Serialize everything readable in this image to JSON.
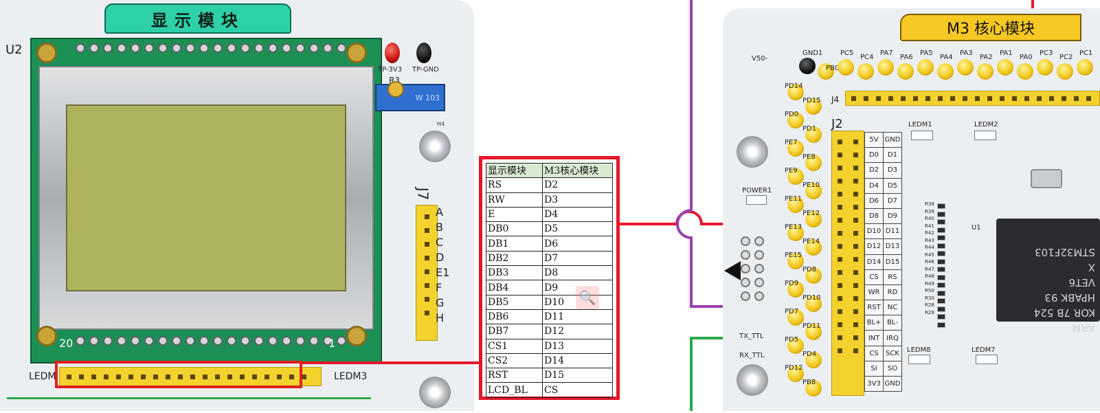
{
  "display_module": {
    "title": "显示模块",
    "u2_label": "U2",
    "tp_3v3": "TP-3V3",
    "tp_gnd": "TP-GND",
    "r3_label": "R3",
    "pot_marking": "W 103",
    "h4_label": "H4",
    "j7_label": "J7",
    "j7_letters": [
      "A",
      "B",
      "C",
      "D",
      "E1",
      "F",
      "G",
      "H"
    ],
    "pin_20": "20",
    "pin_1": "1",
    "ledm_label": "LEDM",
    "ledm3_label": "LEDM3"
  },
  "mapping_table": {
    "headers": [
      "显示模块",
      "M3核心模块"
    ],
    "rows": [
      [
        "RS",
        "D2"
      ],
      [
        "RW",
        "D3"
      ],
      [
        "E",
        "D4"
      ],
      [
        "DB0",
        "D5"
      ],
      [
        "DB1",
        "D6"
      ],
      [
        "DB2",
        "D7"
      ],
      [
        "DB3",
        "D8"
      ],
      [
        "DB4",
        "D9"
      ],
      [
        "DB5",
        "D10"
      ],
      [
        "DB6",
        "D11"
      ],
      [
        "DB7",
        "D12"
      ],
      [
        "CS1",
        "D13"
      ],
      [
        "CS2",
        "D14"
      ],
      [
        "RST",
        "D15"
      ],
      [
        "LCD_BL",
        "CS"
      ]
    ]
  },
  "m3_module": {
    "title": "M3 核心模块",
    "v50_label": "V50-",
    "gnd1_label": "GND1",
    "top_pin_labels": [
      "PB0",
      "PC5",
      "PC4",
      "PA7",
      "PA6",
      "PA5",
      "PA4",
      "PA3",
      "PA2",
      "PA1",
      "PA0",
      "PC3",
      "PC2",
      "PC1"
    ],
    "j4_label": "J4",
    "j2_label": "J2",
    "left_pin_labels": [
      "PD14",
      "PD15",
      "PD0",
      "PD1",
      "PE7",
      "PE8",
      "PE9",
      "PE10",
      "PE11",
      "PE12",
      "PE13",
      "PE14",
      "PE15",
      "PD8",
      "PD9",
      "PD10",
      "PD7",
      "PD11",
      "PD5",
      "PD4",
      "PD12",
      "PB8"
    ],
    "j2_pins": [
      [
        "5V",
        "GND"
      ],
      [
        "D0",
        "D1"
      ],
      [
        "D2",
        "D3"
      ],
      [
        "D4",
        "D5"
      ],
      [
        "D6",
        "D7"
      ],
      [
        "D8",
        "D9"
      ],
      [
        "D10",
        "D11"
      ],
      [
        "D12",
        "D13"
      ],
      [
        "D14",
        "D15"
      ],
      [
        "CS",
        "RS"
      ],
      [
        "WR",
        "RD"
      ],
      [
        "RST",
        "NC"
      ],
      [
        "BL+",
        "BL-"
      ],
      [
        "INT",
        "IRQ"
      ],
      [
        "CS",
        "SCK"
      ],
      [
        "SI",
        "SO"
      ],
      [
        "3V3",
        "GND"
      ]
    ],
    "ledm1_label": "LEDM1",
    "ledm2_label": "LEDM2",
    "ledm7_label": "LEDM7",
    "ledm8_label": "LEDM8",
    "power_label": "POWER1",
    "u1_label": "U1",
    "rx_label": "RX_TTL",
    "tx_label": "TX_TTL",
    "chip_text": [
      "ARM",
      "KOR 7B 524",
      "HPABK 93",
      "VET6",
      "X",
      "STM32F103"
    ],
    "r_labels": [
      "R38",
      "R39",
      "R40",
      "R41",
      "R42",
      "R43",
      "R44",
      "R45",
      "R46",
      "R47",
      "R48",
      "R49",
      "R50",
      "R30",
      "R28",
      "R29"
    ]
  },
  "colors": {
    "red_box": "#e4172a",
    "purple_line": "#9a3fb0",
    "green_line": "#2aa84a",
    "header_yellow": "#f4d22e"
  }
}
